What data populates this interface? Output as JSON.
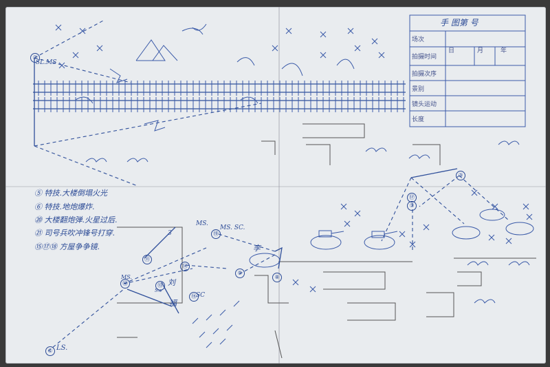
{
  "colors": {
    "ink": "#2f4f9a",
    "paper": "#e9ecef",
    "background": "#3a3a3a"
  },
  "header": {
    "title": "手 图第 号"
  },
  "legend": [
    {
      "marker": "⑤",
      "text": "特技.大楼倒塌火光"
    },
    {
      "marker": "⑥",
      "text": "特技.地炮爆炸."
    },
    {
      "marker": "⑳",
      "text": "大楼翻炮弹.火星过后."
    },
    {
      "marker": "㉑",
      "text": "司号兵吹冲锋号打穿."
    },
    {
      "marker": "⑮⑰⑱",
      "text": "方屋争争镜."
    }
  ],
  "table_rows": [
    {
      "label": "场次"
    },
    {
      "label": "拍摄时间",
      "values": [
        "日",
        "月",
        "年"
      ]
    },
    {
      "label": "拍摄次序"
    },
    {
      "label": "景别"
    },
    {
      "label": "镜头运动"
    },
    {
      "label": "长度"
    }
  ],
  "annotations": {
    "top_left_camera": "SL.MS",
    "mid_camera": "MS. SC.",
    "ms_label": "MS.",
    "ms_left": "MS.",
    "sc_label": "SC",
    "ls_label": "LS.",
    "li": "李",
    "liu": "刘",
    "fu": "福",
    "sw": "Sw",
    "third": "3"
  },
  "circles": [
    "②",
    "③",
    "⑰",
    "⑦",
    "⑲",
    "⑪",
    "⑫",
    "⑬",
    "⑭",
    "⑮",
    "⑨",
    "⑧",
    "①"
  ]
}
